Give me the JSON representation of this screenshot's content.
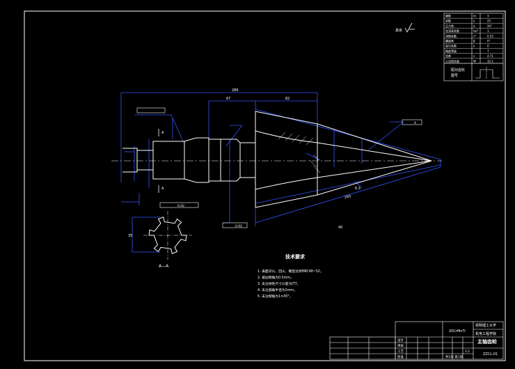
{
  "drawing": {
    "roughness_mark": "其余",
    "section_label": "A—A",
    "tech_title": "技术要求",
    "tech_notes": [
      "1. 表面淬火、回火、硬度达到HRC48~52。",
      "2. 棱边倒角为0.5mm。",
      "3. 未注线性尺寸公差为IT7。",
      "4. 未注圆角半径为2mm。",
      "5. 未注倒角为1×45°。"
    ],
    "dims": {
      "overall": "286",
      "seg_left": "67",
      "seg_right": "82",
      "cone_len": "160",
      "cone_half": "40",
      "lbl_a1": "A",
      "lbl_a2": "A",
      "spline_h": "35",
      "runout": "0.02",
      "tolerance_box": "0.02",
      "cone_ref": "A",
      "side_note": "6.3"
    },
    "title_block": {
      "school": "昆明理工大学",
      "drawing_name": "主轴齿轮",
      "material": "20CrMnTi",
      "scale": "1:1",
      "sheet": "共1张 第1张",
      "number": "ZZCL-01",
      "dept": "机电工程学院",
      "design": "设计",
      "check": "审核",
      "process": "工艺",
      "approve": "批准"
    },
    "param_table": {
      "rows": [
        [
          "模数",
          "m",
          "3"
        ],
        [
          "齿数",
          "z",
          "25"
        ],
        [
          "压力角",
          "α",
          "20°"
        ],
        [
          "齿顶高系数",
          "ha*",
          "1"
        ],
        [
          "顶隙系数",
          "c*",
          "0.25"
        ],
        [
          "螺旋角",
          "β",
          "0°"
        ],
        [
          "变位系数",
          "x",
          "0"
        ],
        [
          "精度等级",
          "",
          "7"
        ],
        [
          "齿厚",
          "s",
          "4.71"
        ],
        [
          "公法线长度",
          "W",
          "32.1"
        ]
      ],
      "bottom_label": "配对齿轮",
      "bottom_value": "图号"
    }
  }
}
